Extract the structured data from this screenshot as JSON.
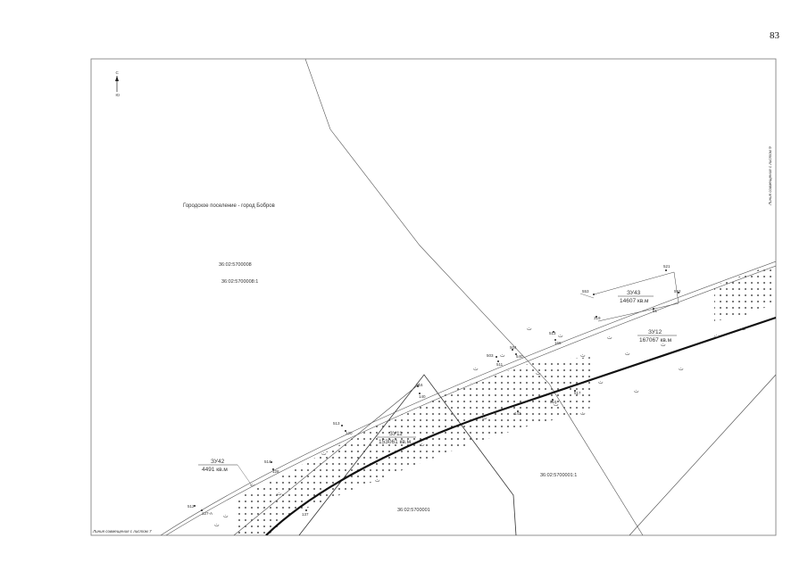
{
  "page_number": "83",
  "compass": {
    "top": "С",
    "bottom": "Ю"
  },
  "matchlines": {
    "left": "Линия совмещения с листом 7",
    "right": "Линия совмещения с листом 9"
  },
  "settlement_name": "Городское поселение - город Бобров",
  "cadastral": {
    "quarter_main": "36:02:5700008",
    "parcel_main": "36:02:5700008:1",
    "parcel_right": "36:02:5700001:1",
    "quarter_bottom": "36:02:5700001"
  },
  "parcels": [
    {
      "id": "ЗУ43",
      "area": "14607 кв.м"
    },
    {
      "id": "ЗУ12",
      "area": "167067 кв.м"
    },
    {
      "id": "ЗУ11",
      "area": "153061 кв.м"
    },
    {
      "id": "ЗУ42",
      "area": "4491 кв.м"
    }
  ],
  "points": [
    "521",
    "553",
    "552",
    "319",
    "51",
    "513",
    "166",
    "504",
    "540",
    "503",
    "511",
    "516",
    "517",
    "515",
    "140",
    "143",
    "513",
    "120",
    "514",
    "128",
    "512",
    "127-A",
    "137"
  ],
  "colors": {
    "line": "#555555",
    "road": "#111111",
    "frame": "#777777"
  },
  "icons": [
    "north-arrow-icon"
  ]
}
